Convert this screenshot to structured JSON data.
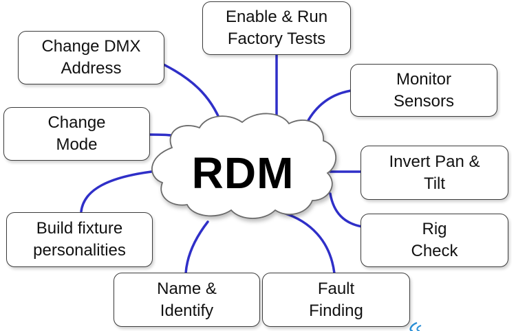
{
  "diagram": {
    "hub": {
      "label": "RDM",
      "fill_color": "#ffffff",
      "outline_color": "#6b6b6b"
    },
    "connector_color": "#2f2fc8",
    "nodes": [
      {
        "id": "change-dmx-address",
        "line1": "Change DMX",
        "line2": "Address"
      },
      {
        "id": "enable-run-factory-tests",
        "line1": "Enable & Run",
        "line2": "Factory Tests"
      },
      {
        "id": "monitor-sensors",
        "line1": "Monitor",
        "line2": "Sensors"
      },
      {
        "id": "change-mode",
        "line1": "Change",
        "line2": "Mode"
      },
      {
        "id": "invert-pan-tilt",
        "line1": "Invert Pan &",
        "line2": "Tilt"
      },
      {
        "id": "build-fixture-personalities",
        "line1": "Build fixture",
        "line2": "personalities"
      },
      {
        "id": "rig-check",
        "line1": "Rig",
        "line2": "Check"
      },
      {
        "id": "name-identify",
        "line1": "Name &",
        "line2": "Identify"
      },
      {
        "id": "fault-finding",
        "line1": "Fault",
        "line2": "Finding"
      }
    ],
    "logo": {
      "name": "corner-logo-icon",
      "color": "#2a8fd6"
    }
  }
}
